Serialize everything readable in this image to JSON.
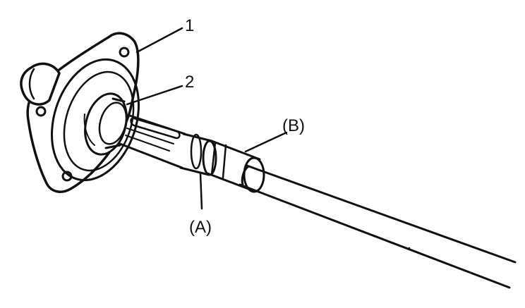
{
  "diagram": {
    "labels": {
      "part_1": "1",
      "part_2": "2",
      "part_a": "(A)",
      "part_b": "(B)"
    },
    "colors": {
      "ink": "#111111",
      "paper": "#ffffff"
    }
  }
}
